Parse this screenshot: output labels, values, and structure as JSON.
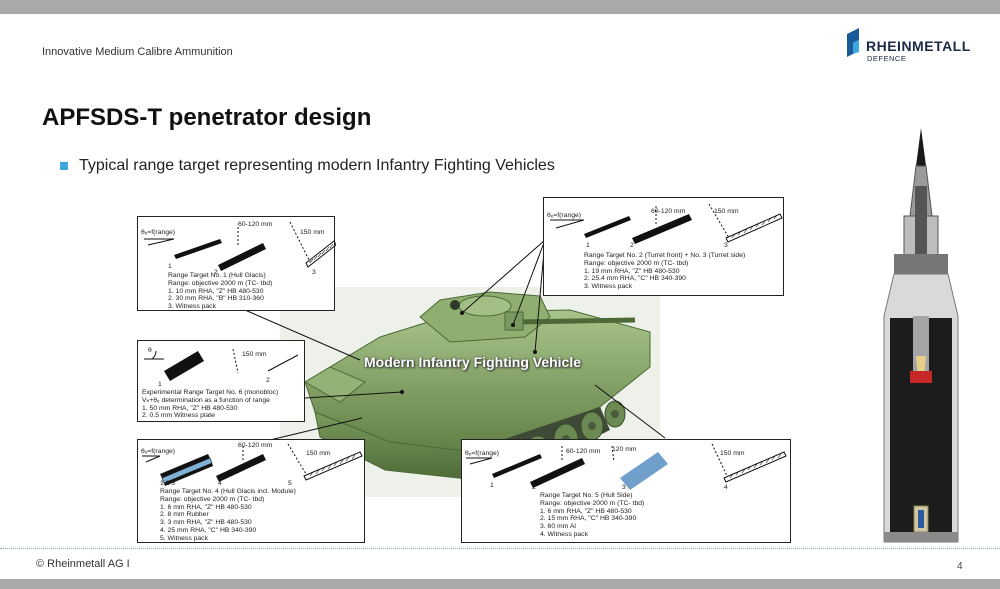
{
  "header": {
    "subtitle": "Innovative Medium Calibre Ammunition",
    "logo_name": "RHEINMETALL",
    "logo_sub": "DEFENCE"
  },
  "title": "APFSDS-T penetrator design",
  "bullet": "Typical range target representing modern Infantry Fighting Vehicles",
  "vehicle_label": "Modern Infantry Fighting Vehicle",
  "boxes": {
    "t1": {
      "theta": "θₑ=f(range)",
      "dist1": "60-120 mm",
      "dist2": "150 mm",
      "n1": "1",
      "n2": "2",
      "n3": "3",
      "lines": [
        "Range Target No. 1 (Hull Glacis)",
        "Range: objective 2000 m (TC- tbd)",
        "1.   10 mm RHA, \"Z\" HB 480-530",
        "2.   30 mm RHA, \"B\" HB 310-360",
        "3.   Witness pack"
      ]
    },
    "t23": {
      "theta": "θₑ=f(range)",
      "dist1": "60-120 mm",
      "dist2": "150 mm",
      "n1": "1",
      "n2": "2",
      "n3": "3",
      "lines": [
        "Range Target No. 2 (Turret front) + No. 3 (Turret side)",
        "Range: objective 2000 m (TC- tbd)",
        "1.   19 mm RHA, \"Z\" HB 480-530",
        "2.   25.4 mm RHA, \"C\" HB 340-390",
        "3.   Witness pack"
      ]
    },
    "t6": {
      "theta": "θ",
      "dist": "150 mm",
      "n1": "1",
      "n2": "2",
      "lines": [
        "Experimental Range Target No. 6 (monobloc)",
        "Vₕ+θₑ determination as a function of range",
        "1.   50 mm RHA, \"Z\" HB 480-530",
        "2.   0.5 mm Witness plate"
      ]
    },
    "t4": {
      "theta": "θₑ=f(range)",
      "dist1": "60-120 mm",
      "dist2": "150 mm",
      "n123": "1 2 3",
      "n4": "4",
      "n5": "5",
      "lines": [
        "Range Target No. 4 (Hull Glacis incl. Module)",
        "Range: objective 2000 m (TC- tbd)",
        "1.   6 mm RHA, \"Z\" HB 480-530",
        "2.   8 mm Rubber",
        "3.   3 mm RHA, \"Z\" HB 480-530",
        "4.   25 mm RHA, \"C\" HB 340-390",
        "5.   Witness pack"
      ]
    },
    "t5": {
      "theta": "θₑ=f(range)",
      "dist1": "60-120 mm",
      "dist2": "120 mm",
      "dist3": "150 mm",
      "n1": "1",
      "n2": "2",
      "n3": "3",
      "n4": "4",
      "lines": [
        "Range Target No. 5 (Hull Side)",
        "Range: objective 2000 m (TC- tbd)",
        "1.   6 mm RHA, \"Z\" HB 480-530",
        "2.   15 mm RHA, \"C\" HB 340-390",
        "3.   60 mm Al",
        "4.   Witness pack"
      ]
    }
  },
  "footer": {
    "copyright": "© Rheinmetall AG I",
    "page": "4"
  },
  "colors": {
    "accent": "#3aa8dc",
    "logo_blue": "#1b5a9a",
    "vehicle_green": "#7e9e5e",
    "bar_gray": "#a9a9a9"
  }
}
